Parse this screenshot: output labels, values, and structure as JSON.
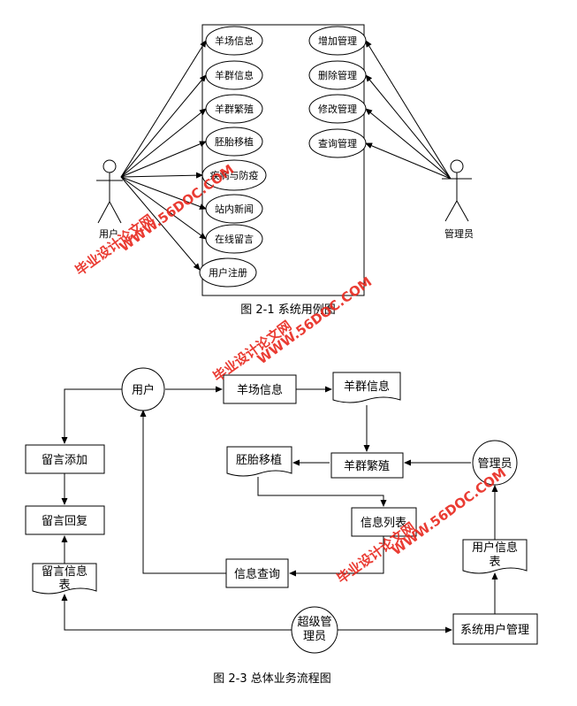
{
  "usecase": {
    "actor_user": "用户",
    "actor_admin": "管理员",
    "user_cases": [
      "羊场信息",
      "羊群信息",
      "羊群繁殖",
      "胚胎移植",
      "疾病与防疫",
      "站内新闻",
      "在线留言",
      "用户注册"
    ],
    "admin_cases": [
      "增加管理",
      "删除管理",
      "修改管理",
      "查询管理"
    ],
    "caption": "图 2-1 系统用例图"
  },
  "flow": {
    "user": "用户",
    "yangchang": "羊场信息",
    "yangqun": "羊群信息",
    "liuyan_add": "留言添加",
    "peitai": "胚胎移植",
    "fanzhi": "羊群繁殖",
    "admin": "管理员",
    "liuyan_reply": "留言回复",
    "info_list": "信息列表",
    "user_info_1": "用户信息",
    "user_info_2": "表",
    "liuyan_info_1": "留言信息",
    "liuyan_info_2": "表",
    "info_query": "信息查询",
    "super_admin_1": "超级管",
    "super_admin_2": "理员",
    "sys_user_mgmt": "系统用户管理",
    "caption": "图 2-3 总体业务流程图"
  },
  "watermark": {
    "line1": "毕业设计论文网",
    "line2": "WWW.56DOC.COM"
  }
}
